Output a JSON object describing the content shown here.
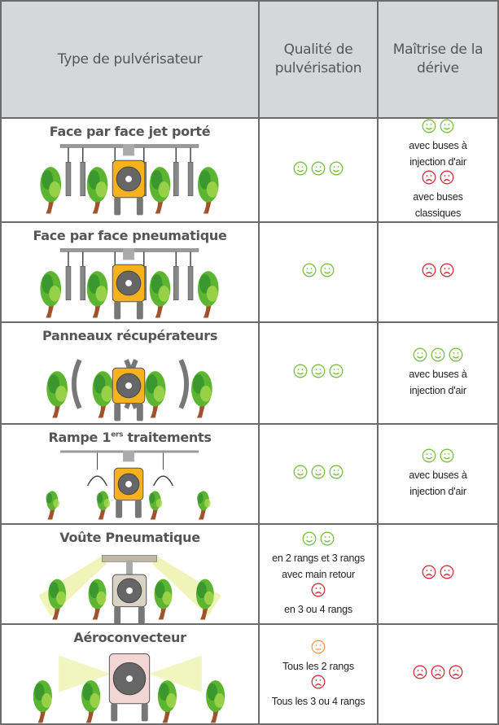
{
  "header": {
    "col_type": "Type de pulvérisateur",
    "col_quality": "Qualité de pulvérisation",
    "col_drift": "Maîtrise de la dérive"
  },
  "colors": {
    "happy": "#7ac143",
    "sad": "#d2323c",
    "neutral": "#f09a50"
  },
  "rows": [
    {
      "type": "Face par face jet porté",
      "quality": [
        {
          "icon": "happy",
          "count": 3
        }
      ],
      "drift": [
        {
          "icon": "happy",
          "count": 2,
          "note": "avec buses à injection d'air"
        },
        {
          "icon": "sad",
          "count": 2,
          "note": "avec buses classiques"
        }
      ]
    },
    {
      "type": "Face par face pneumatique",
      "quality": [
        {
          "icon": "happy",
          "count": 2
        }
      ],
      "drift": [
        {
          "icon": "sad",
          "count": 2
        }
      ]
    },
    {
      "type": "Panneaux récupérateurs",
      "quality": [
        {
          "icon": "happy",
          "count": 3
        }
      ],
      "drift": [
        {
          "icon": "happy",
          "count": 3,
          "note": "avec buses à injection d'air"
        }
      ]
    },
    {
      "type": "Rampe 1",
      "type_sup": "ers",
      "type_suffix": " traitements",
      "quality": [
        {
          "icon": "happy",
          "count": 3
        }
      ],
      "drift": [
        {
          "icon": "happy",
          "count": 2,
          "note": "avec buses à injection d'air"
        }
      ]
    },
    {
      "type": "Voûte Pneumatique",
      "quality": [
        {
          "icon": "happy",
          "count": 2,
          "note": "en 2 rangs et 3 rangs avec main retour"
        },
        {
          "icon": "sad",
          "count": 1,
          "note": "en 3 ou 4 rangs"
        }
      ],
      "drift": [
        {
          "icon": "sad",
          "count": 2
        }
      ]
    },
    {
      "type": "Aéroconvecteur",
      "quality": [
        {
          "icon": "neutral",
          "count": 1,
          "note": "Tous les 2 rangs"
        },
        {
          "icon": "sad",
          "count": 1,
          "note": "Tous les 3 ou 4 rangs"
        }
      ],
      "drift": [
        {
          "icon": "sad",
          "count": 3
        }
      ]
    }
  ]
}
